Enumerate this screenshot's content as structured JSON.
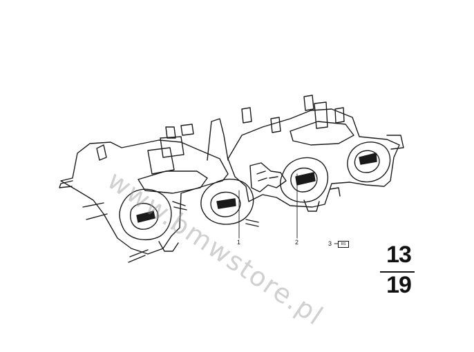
{
  "watermark": "www.bmwstore.pl",
  "callouts": {
    "part_1": "1",
    "part_2": "2",
    "part_3": "3",
    "part_3_ref": "RS"
  },
  "page_ref": {
    "group": "13",
    "page": "19"
  }
}
